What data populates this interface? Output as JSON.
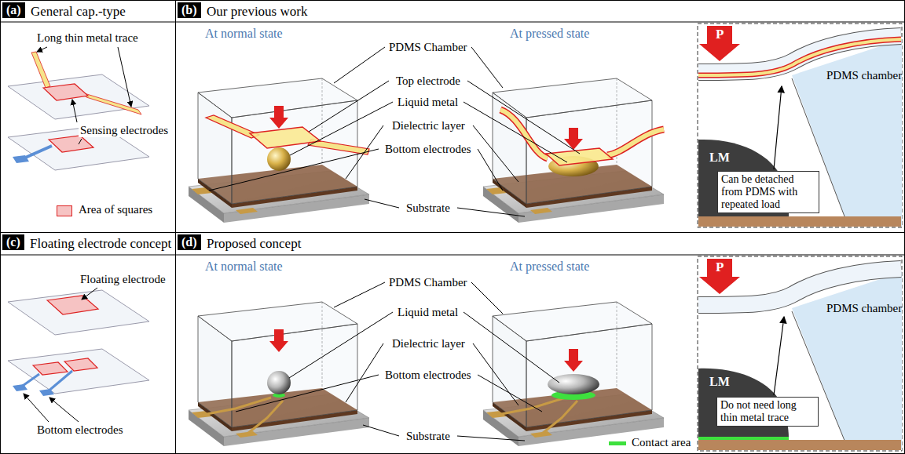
{
  "diagram": {
    "nodes": [
      {
        "text": [
          "General cap.-type"
        ]
      },
      {
        "text": [
          "(a)"
        ],
        "in": 0
      },
      {
        "text": [
          "Our previous work"
        ]
      },
      {
        "text": [
          "(b)"
        ],
        "in": 2
      },
      {
        "text": [
          "Floating electrode concept"
        ]
      },
      {
        "text": [
          "(c)"
        ],
        "in": 4
      },
      {
        "text": [
          "Proposed concept"
        ]
      },
      {
        "text": [
          "(d)"
        ],
        "in": 6
      }
    ],
    "labels": [
      "Long thin metal trace",
      "Sensing electrodes",
      "At normal state",
      "At pressed state",
      "PDMS Chamber",
      "Top electrode",
      "Liquid metal",
      "Dielectric layer",
      "Bottom electrodes",
      "Substrate",
      "P",
      "PDMS chamber",
      "LM",
      "Can be detached from PDMS with repeated load",
      "Floating electrode",
      "Bottom electrodes",
      "At normal state",
      "At pressed state",
      "PDMS Chamber",
      "Liquid metal",
      "Dielectric layer",
      "Bottom electrodes",
      "Substrate",
      "P",
      "PDMS chamber",
      "LM",
      "Do not need long thin metal trace"
    ],
    "legend": [
      {
        "text": "Area of squares"
      },
      {
        "text": "Contact area"
      }
    ]
  }
}
